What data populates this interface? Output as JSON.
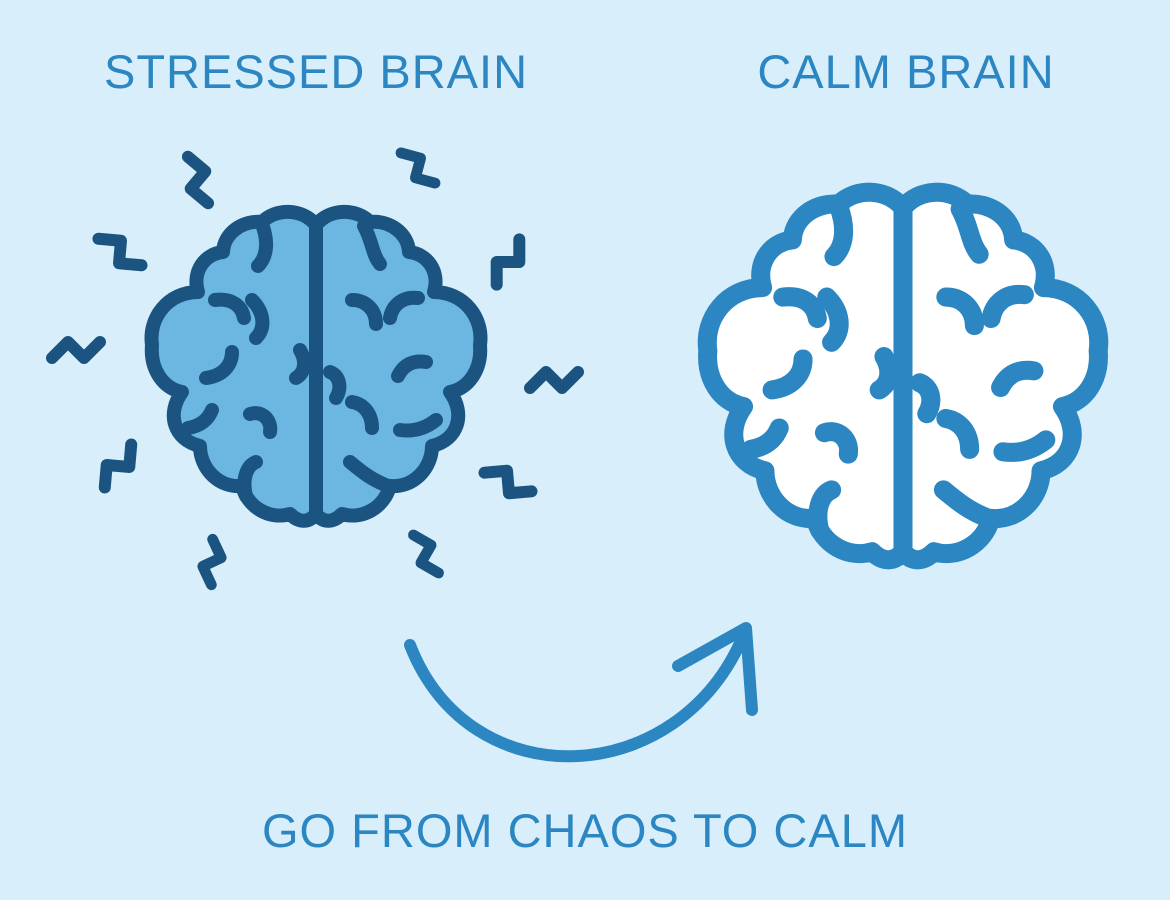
{
  "diagram": {
    "stressed_label": "STRESSED BRAIN",
    "calm_label": "CALM BRAIN",
    "caption": "GO FROM CHAOS TO CALM"
  },
  "colors": {
    "background": "#d8effb",
    "text": "#2b86c2",
    "stressed_outline": "#1b5480",
    "stressed_fill": "#6bb7e1",
    "calm_outline": "#2b86c2",
    "calm_fill": "#ffffff",
    "arrow": "#2b86c2"
  },
  "icons": {
    "stressed_brain": "brain-icon",
    "stress_marks": "lightning-bolt-icon",
    "calm_brain": "brain-icon",
    "transition": "curved-arrow-icon"
  }
}
